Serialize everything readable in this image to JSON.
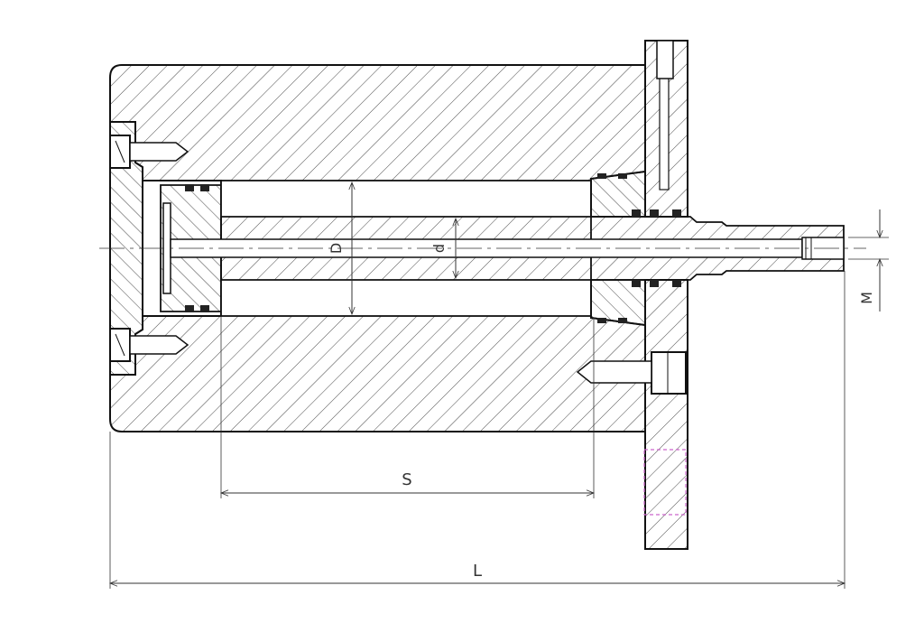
{
  "dimensions": {
    "stroke_label": "S",
    "length_label": "L",
    "bore_label": "D",
    "rod_label": "d",
    "thread_label": "M"
  },
  "colors": {
    "outline": "#111111",
    "hatch": "#333333",
    "dimension": "#333333",
    "hidden_port": "#cc66cc",
    "background": "#ffffff"
  }
}
